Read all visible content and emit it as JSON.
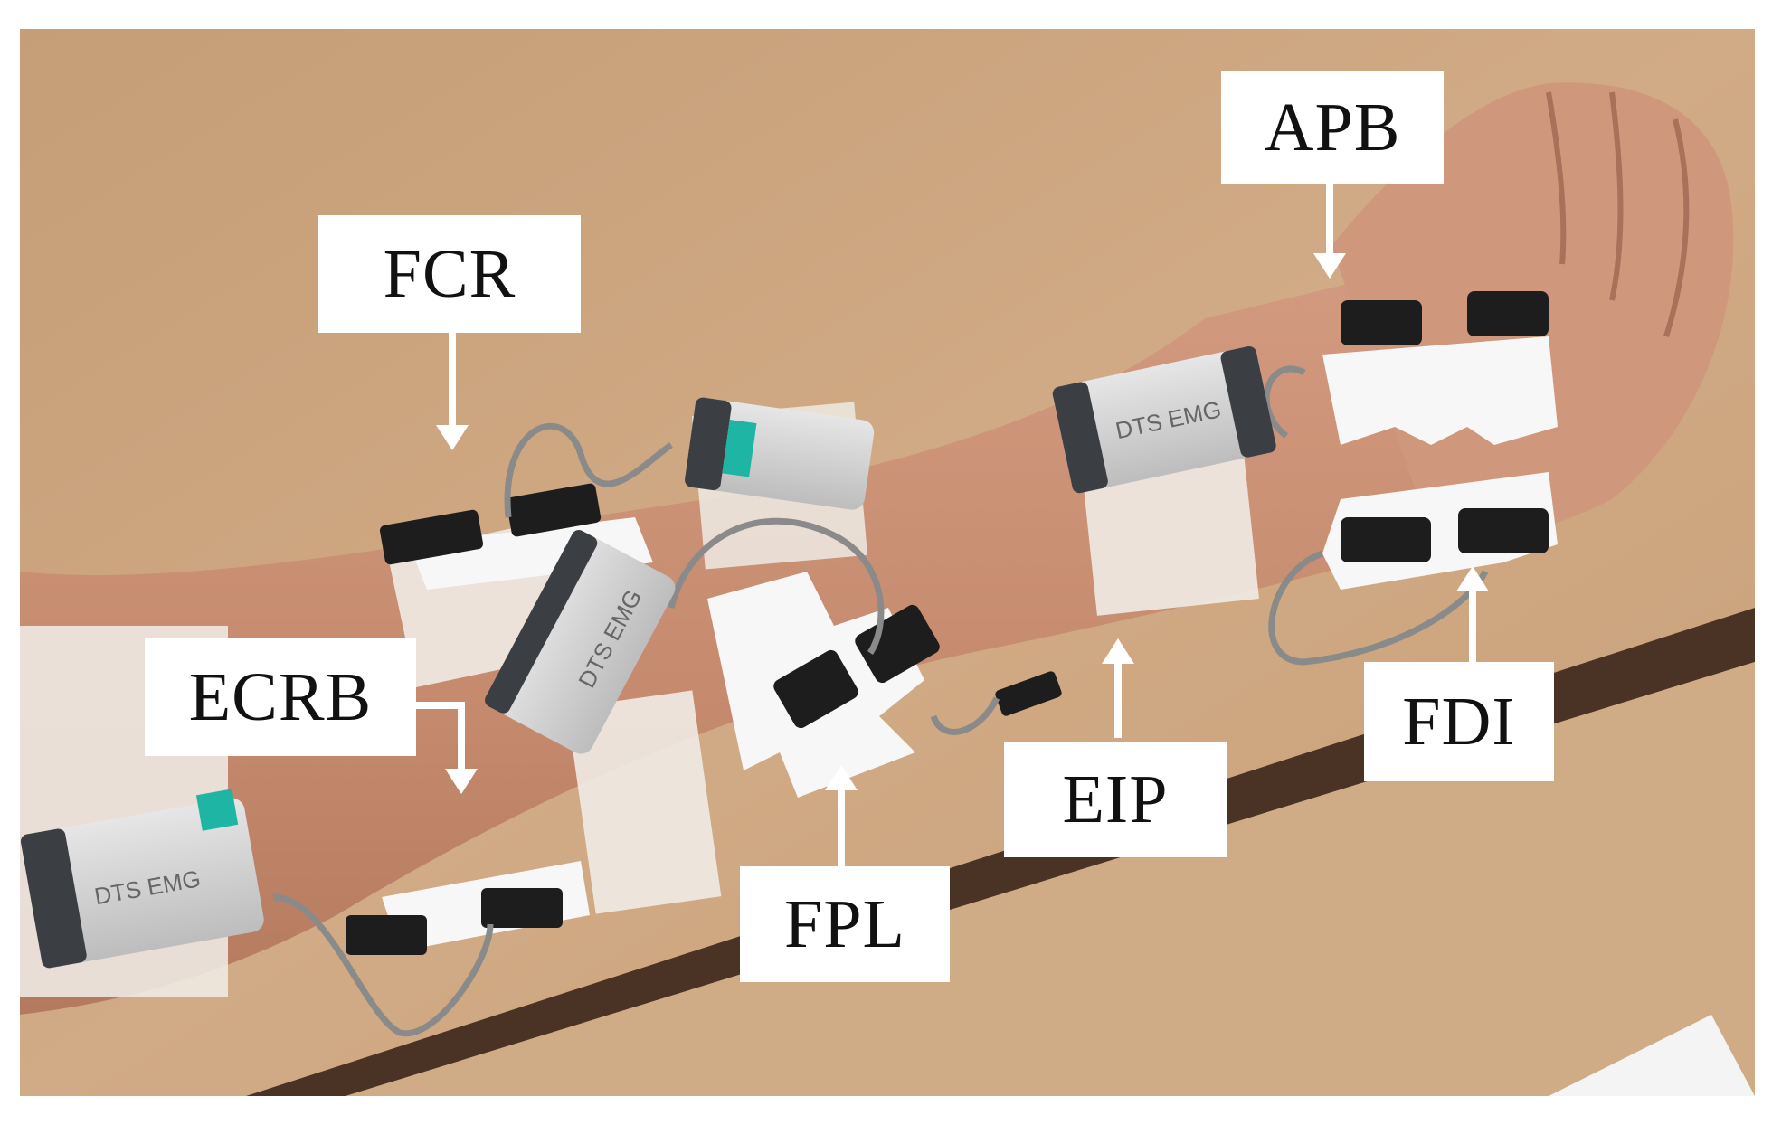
{
  "figure": {
    "description_colors": {
      "table_wood": "#c9a47e",
      "skin": "#c98f74",
      "tape": "#f3efe9",
      "sensor_body": "#dcdcdc",
      "sensor_dark": "#3b3f44",
      "accent_teal": "#1fb5a4",
      "label_bg": "#ffffff",
      "label_text": "#111111"
    },
    "labels": {
      "fcr": "FCR",
      "ecrb": "ECRB",
      "fpl": "FPL",
      "eip": "EIP",
      "apb": "APB",
      "fdi": "FDI"
    },
    "sensor_brand_text": "DTS EMG"
  }
}
